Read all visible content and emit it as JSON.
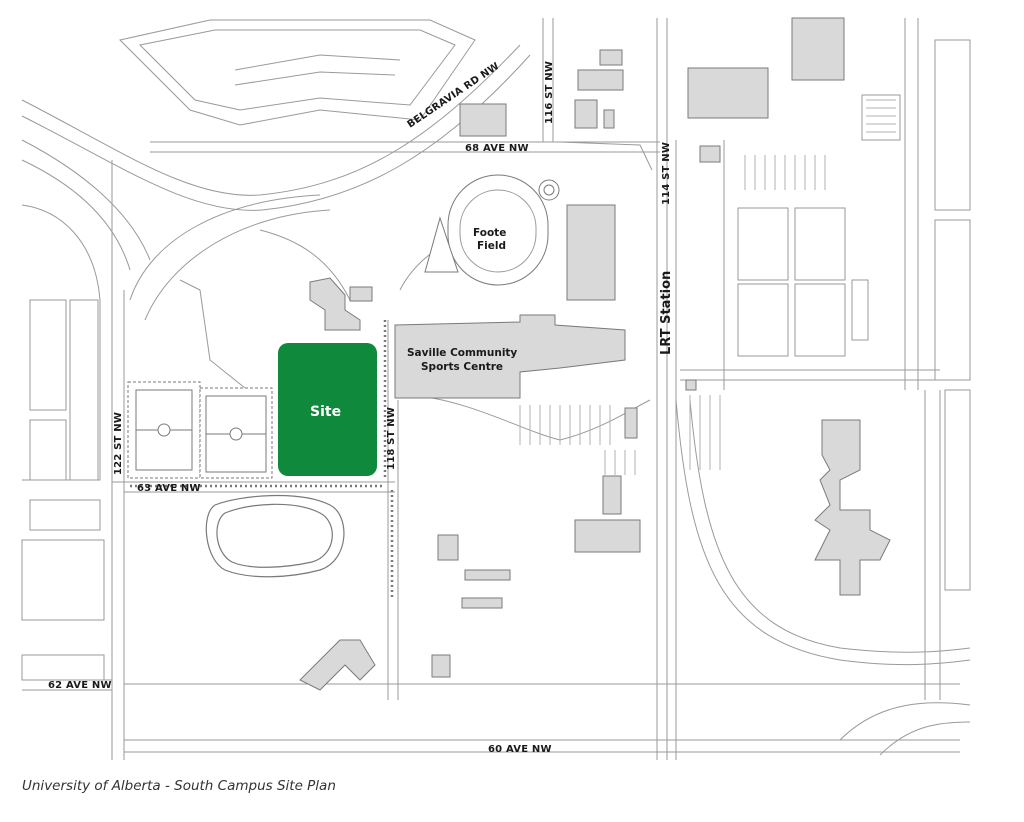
{
  "colors": {
    "site": "#0f8a3c",
    "building": "#d9d9d9",
    "line": "#8a8a8a",
    "background": "#ffffff"
  },
  "labels": {
    "belgravia": "BELGRAVIA RD NW",
    "st116": "116 ST NW",
    "ave68": "68 AVE NW",
    "st114": "114 ST NW",
    "foote_1": "Foote",
    "foote_2": "Field",
    "lrt": "LRT Station",
    "saville_1": "Saville Community",
    "saville_2": "Sports Centre",
    "site": "Site",
    "st118": "118 ST NW",
    "st122": "122 ST NW",
    "ave63": "63 AVE NW",
    "ave62": "62 AVE NW",
    "ave60": "60 AVE NW"
  },
  "caption": "University of Alberta - South Campus Site Plan"
}
